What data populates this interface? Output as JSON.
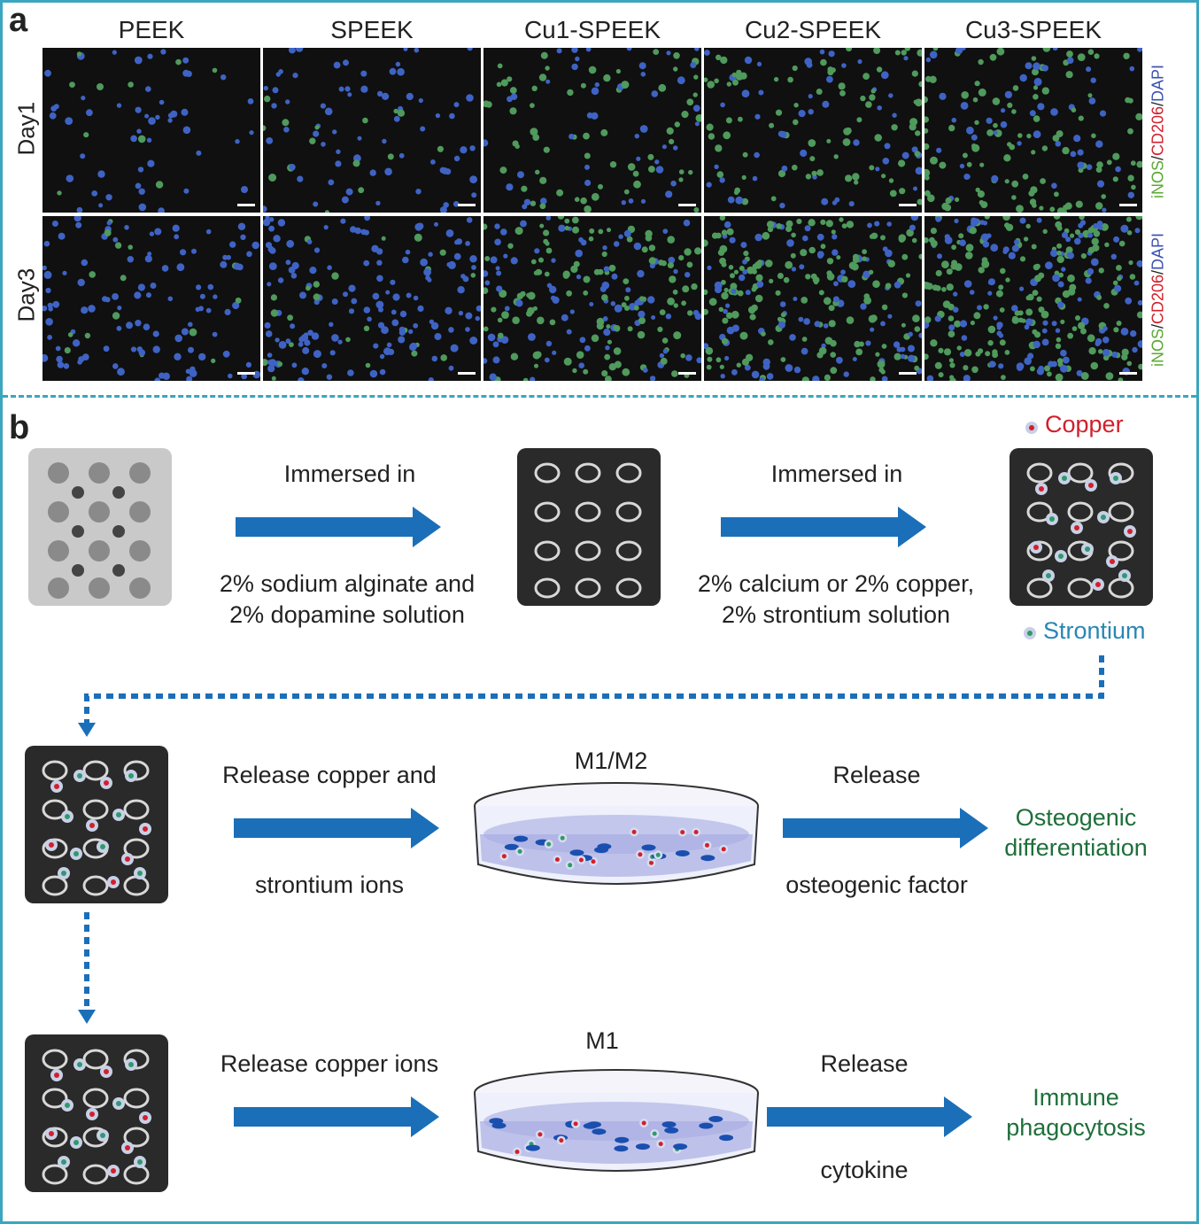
{
  "panel_a": {
    "label": "a",
    "columns": [
      "PEEK",
      "SPEEK",
      "Cu1-SPEEK",
      "Cu2-SPEEK",
      "Cu3-SPEEK"
    ],
    "rows": [
      "Day1",
      "Day3"
    ],
    "stain_parts": {
      "inos": "iNOS",
      "cd206": "CD206",
      "dapi": "DAPI",
      "sep": "/"
    }
  },
  "panel_b": {
    "label": "b",
    "step1_top": "Immersed in",
    "step1_bottom_1": "2% sodium alginate and",
    "step1_bottom_2": "2% dopamine solution",
    "step2_top": "Immersed in",
    "step2_bottom_1": "2% calcium or 2% copper,",
    "step2_bottom_2": "2% strontium solution",
    "legend_copper": "Copper",
    "legend_strontium": "Strontium",
    "row2_release_top": "Release copper and",
    "row2_release_bottom": "strontium ions",
    "row2_dish_label": "M1/M2",
    "row2_release2_top": "Release",
    "row2_release2_bottom": "osteogenic factor",
    "row2_outcome_1": "Osteogenic",
    "row2_outcome_2": "differentiation",
    "row3_release_top": "Release copper ions",
    "row3_dish_label": "M1",
    "row3_release2_top": "Release",
    "row3_release2_bottom": "cytokine",
    "row3_outcome_1": "Immune",
    "row3_outcome_2": "phagocytosis"
  },
  "colors": {
    "frame": "#3aa6bf",
    "arrow": "#1b6fb8",
    "copper": "#d0202c",
    "strontium": "#2a86b5",
    "outcome": "#1e6f3a"
  }
}
